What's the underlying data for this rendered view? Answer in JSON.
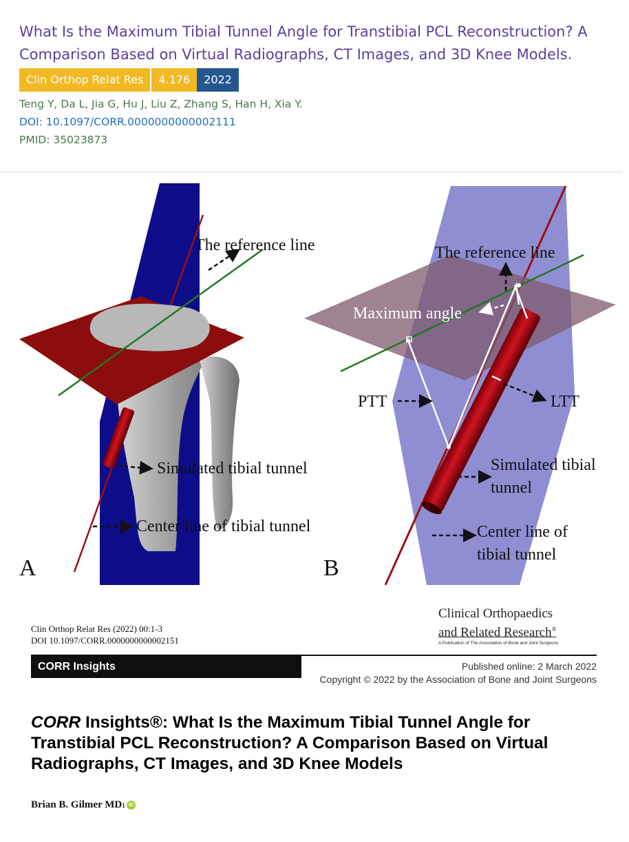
{
  "article": {
    "title": "What Is the Maximum Tibial Tunnel Angle for Transtibial PCL Reconstruction? A Comparison Based on Virtual Radiographs, CT Images, and 3D Knee Models.",
    "journal": "Clin Orthop Relat Res",
    "impact_factor": "4.176",
    "year": "2022",
    "authors": "Teng Y, Da L, Jia G, Hu J, Liu Z, Zhang S, Han H, Xia Y.",
    "doi": "DOI: 10.1097/CORR.0000000000002111",
    "pmid": "PMID: 35023873"
  },
  "colors": {
    "title": "#5b3f9a",
    "journal_badge": "#f1b923",
    "year_badge": "#24578f",
    "authors": "#467a46",
    "doi": "#1f6fb5"
  },
  "figure": {
    "panel_a": {
      "letter": "A",
      "reference_line": "The reference line",
      "simulated_tunnel": "Simulated tibial tunnel",
      "center_line": "Center line of tibial tunnel"
    },
    "panel_b": {
      "letter": "B",
      "reference_line": "The reference line",
      "maximum_angle": "Maximum angle",
      "ptt": "PTT",
      "ltt": "LTT",
      "simulated_tunnel_1": "Simulated tibial",
      "simulated_tunnel_2": "tunnel",
      "center_line_1": "Center line of",
      "center_line_2": "tibial tunnel"
    }
  },
  "journal_page": {
    "citation_1": "Clin Orthop Relat Res (2022) 00:1-3",
    "citation_2": "DOI 10.1097/CORR.0000000000002151",
    "logo_line_1": "Clinical Orthopaedics",
    "logo_line_2": "and Related Research",
    "logo_sub": "A Publication of The Association of Bone and Joint Surgeons",
    "section": "CORR Insights",
    "published": "Published online: 2 March 2022",
    "copyright": "Copyright © 2022 by the Association of Bone and Joint Surgeons",
    "title_italic": "CORR",
    "title_rest": " Insights®: What Is the Maximum Tibial Tunnel Angle for Transtibial PCL Reconstruction? A Comparison Based on Virtual Radiographs, CT Images, and 3D Knee Models",
    "author": "Brian B. Gilmer MD",
    "author_sup": "1",
    "orcid_icon": "iD"
  }
}
